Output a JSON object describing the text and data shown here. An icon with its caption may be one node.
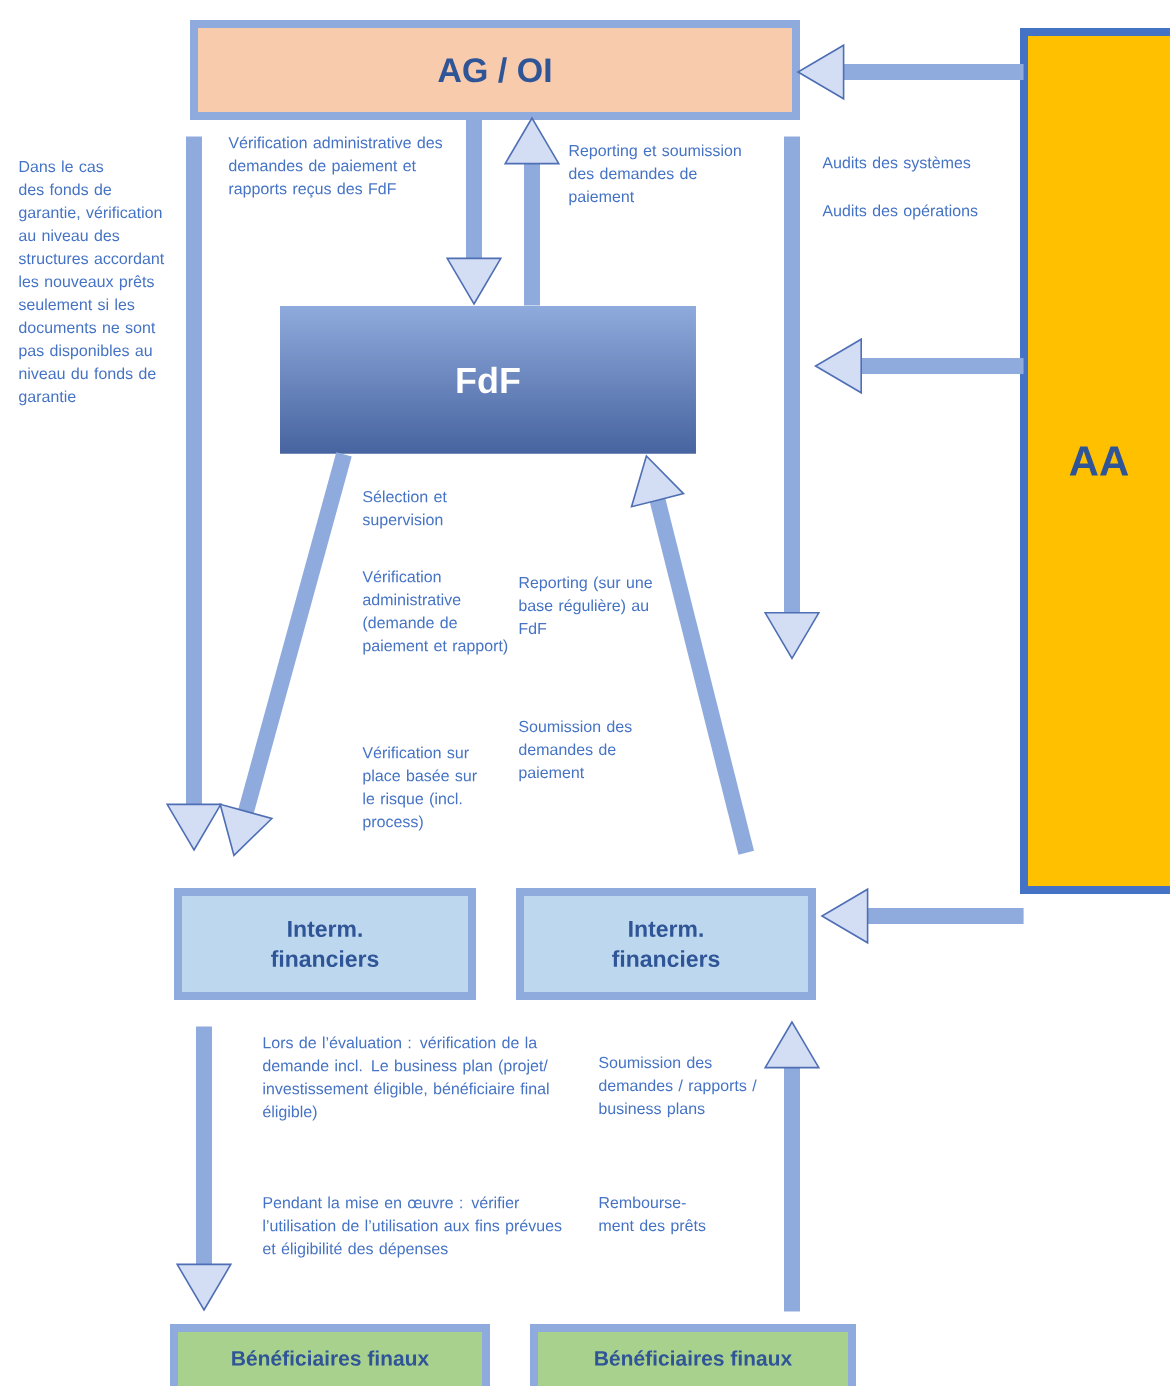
{
  "diagram": {
    "nodes": [
      {
        "text": [
          "AG / OI"
        ]
      },
      {
        "text": [
          "AA"
        ]
      },
      {
        "text": [
          "FdF"
        ]
      },
      {
        "text": [
          "Interm. financiers"
        ]
      },
      {
        "text": [
          "Interm. financiers"
        ]
      },
      {
        "text": [
          "Bénéficiaires finaux"
        ]
      },
      {
        "text": [
          "Bénéficiaires finaux"
        ]
      }
    ],
    "edges": [
      {
        "from": 0,
        "to": 2,
        "arrow": "to",
        "label": "Vérification administrative des demandes de paiement et rapports reçus des FdF"
      },
      {
        "from": 2,
        "to": 0,
        "arrow": "to",
        "label": "Reporting et soumission des demandes de paiement"
      },
      {
        "from": 1,
        "to": 0,
        "arrow": "to"
      },
      {
        "from": 0,
        "to": 3,
        "arrow": "to",
        "label": "Dans le cas des fonds de garantie, vérification au niveau des structures accordant les nouveaux prêts seulement si les documents ne sont pas disponibles au niveau du fonds de garantie"
      },
      {
        "from": 1,
        "to": null,
        "arrow": "to"
      },
      {
        "from": 0,
        "to": null,
        "arrow": "to",
        "label": "Audits des systèmes"
      },
      {
        "from": 1,
        "to": 4,
        "arrow": "to"
      },
      {
        "from": 2,
        "to": 3,
        "arrow": "to",
        "label": "Sélection et supervision"
      },
      {
        "from": 4,
        "to": 2,
        "arrow": "to",
        "label": "Reporting (sur une base régulière) au FdF"
      },
      {
        "from": 3,
        "to": 5,
        "arrow": "to",
        "label": "Lors de l’évaluation : vérification de la demande incl. Le business plan (projet/ investissement éligible, bénéficiaire final éligible)"
      },
      {
        "from": 6,
        "to": 4,
        "arrow": "to",
        "label": "Soumission des demandes / rapports / business plans"
      }
    ],
    "labels": [
      "Audits des opérations",
      "Vérification administrative (demande de paiement et rapport)",
      "Vérification sur place basée sur le risque (incl. process)",
      "Soumission des demandes de paiement",
      "Pendant la mise en œuvre : vérifier l’utilisation de l’utilisation aux fins prévues et éligibilité des dépenses",
      "Rembourse-ment des prêts"
    ]
  }
}
